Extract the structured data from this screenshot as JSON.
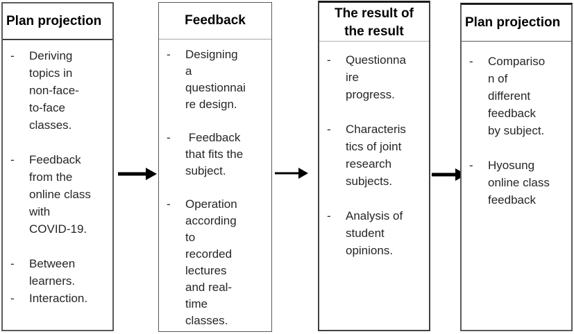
{
  "colors": {
    "background": "#ffffff",
    "text": "#262626",
    "title": "#000000",
    "border": "#595959",
    "arrow": "#000000"
  },
  "bullet": "-",
  "boxes": [
    {
      "title": "Plan projection",
      "items": [
        "Deriving\ntopics in\nnon-face-\nto-face\nclasses.",
        "Feedback\nfrom the\nonline class\nwith\nCOVID-19.",
        "Between\nlearners.",
        "Interaction."
      ]
    },
    {
      "title": "Feedback",
      "items": [
        "Designing\na\nquestionnai\nre design.",
        " Feedback\nthat fits the\nsubject.",
        "Operation\naccording\nto\nrecorded\nlectures\nand real-\ntime\nclasses."
      ]
    },
    {
      "title": "The result of\nthe result",
      "items": [
        "Questionna\nire\nprogress.",
        "Characteris\ntics of joint\nresearch\nsubjects.",
        "Analysis of\nstudent\nopinions."
      ]
    },
    {
      "title": "Plan projection",
      "items": [
        "Compariso\nn of\ndifferent\nfeedback\nby subject.",
        "Hyosung\nonline class\nfeedback"
      ]
    }
  ]
}
